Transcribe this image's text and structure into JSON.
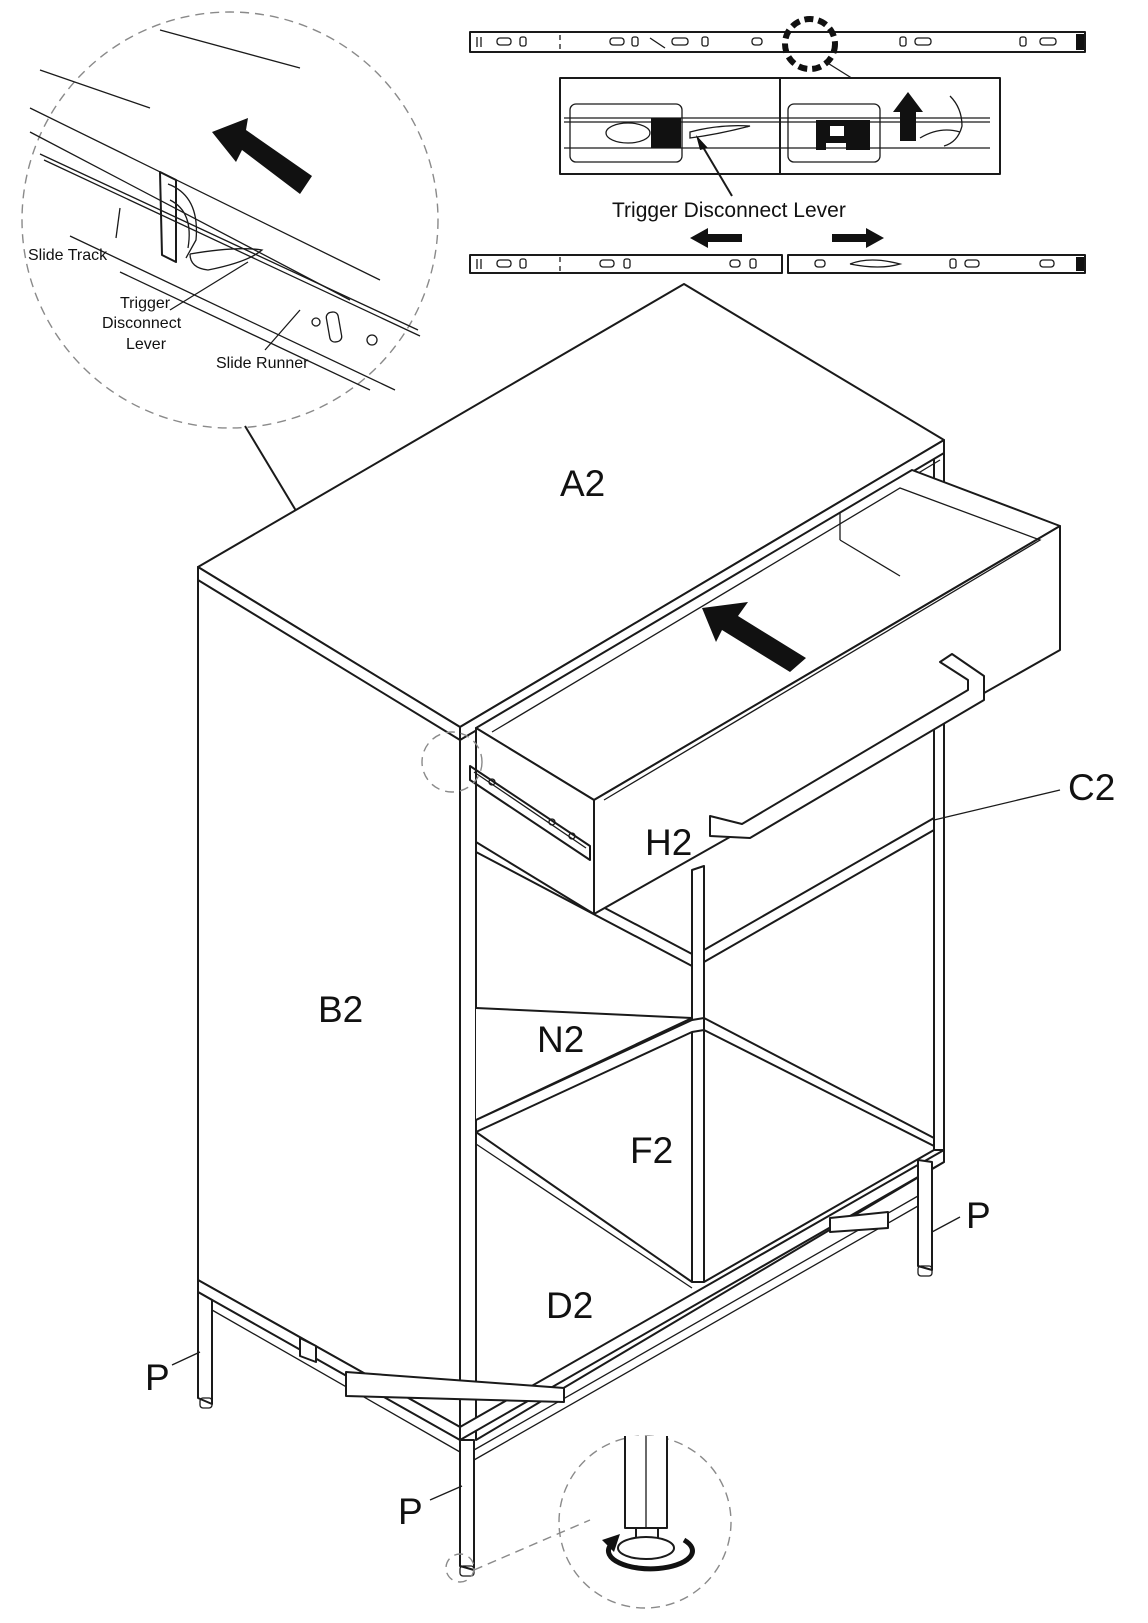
{
  "labels": {
    "top_panel": "A2",
    "side_panel": "B2",
    "right_side": "C2",
    "drawer": "H2",
    "vertical_divider": "N2",
    "shelf": "F2",
    "bottom_panel": "D2",
    "leg_front_left": "P",
    "leg_front_center": "P",
    "leg_right": "P"
  },
  "callouts": {
    "slide_track": "Slide Track",
    "trigger_line1": "Trigger",
    "trigger_line2": "Disconnect",
    "trigger_line3": "Lever",
    "slide_runner": "Slide Runner",
    "trigger_disconnect_lever": "Trigger Disconnect Lever"
  },
  "icons": {
    "push_arrow": "arrow-left-up-icon",
    "lift_arrow": "arrow-up-icon",
    "rotate_arrow": "rotate-cw-icon"
  },
  "colors": {
    "line": "#1a1a1a",
    "dash": "#8a8a8a",
    "background": "#ffffff"
  }
}
